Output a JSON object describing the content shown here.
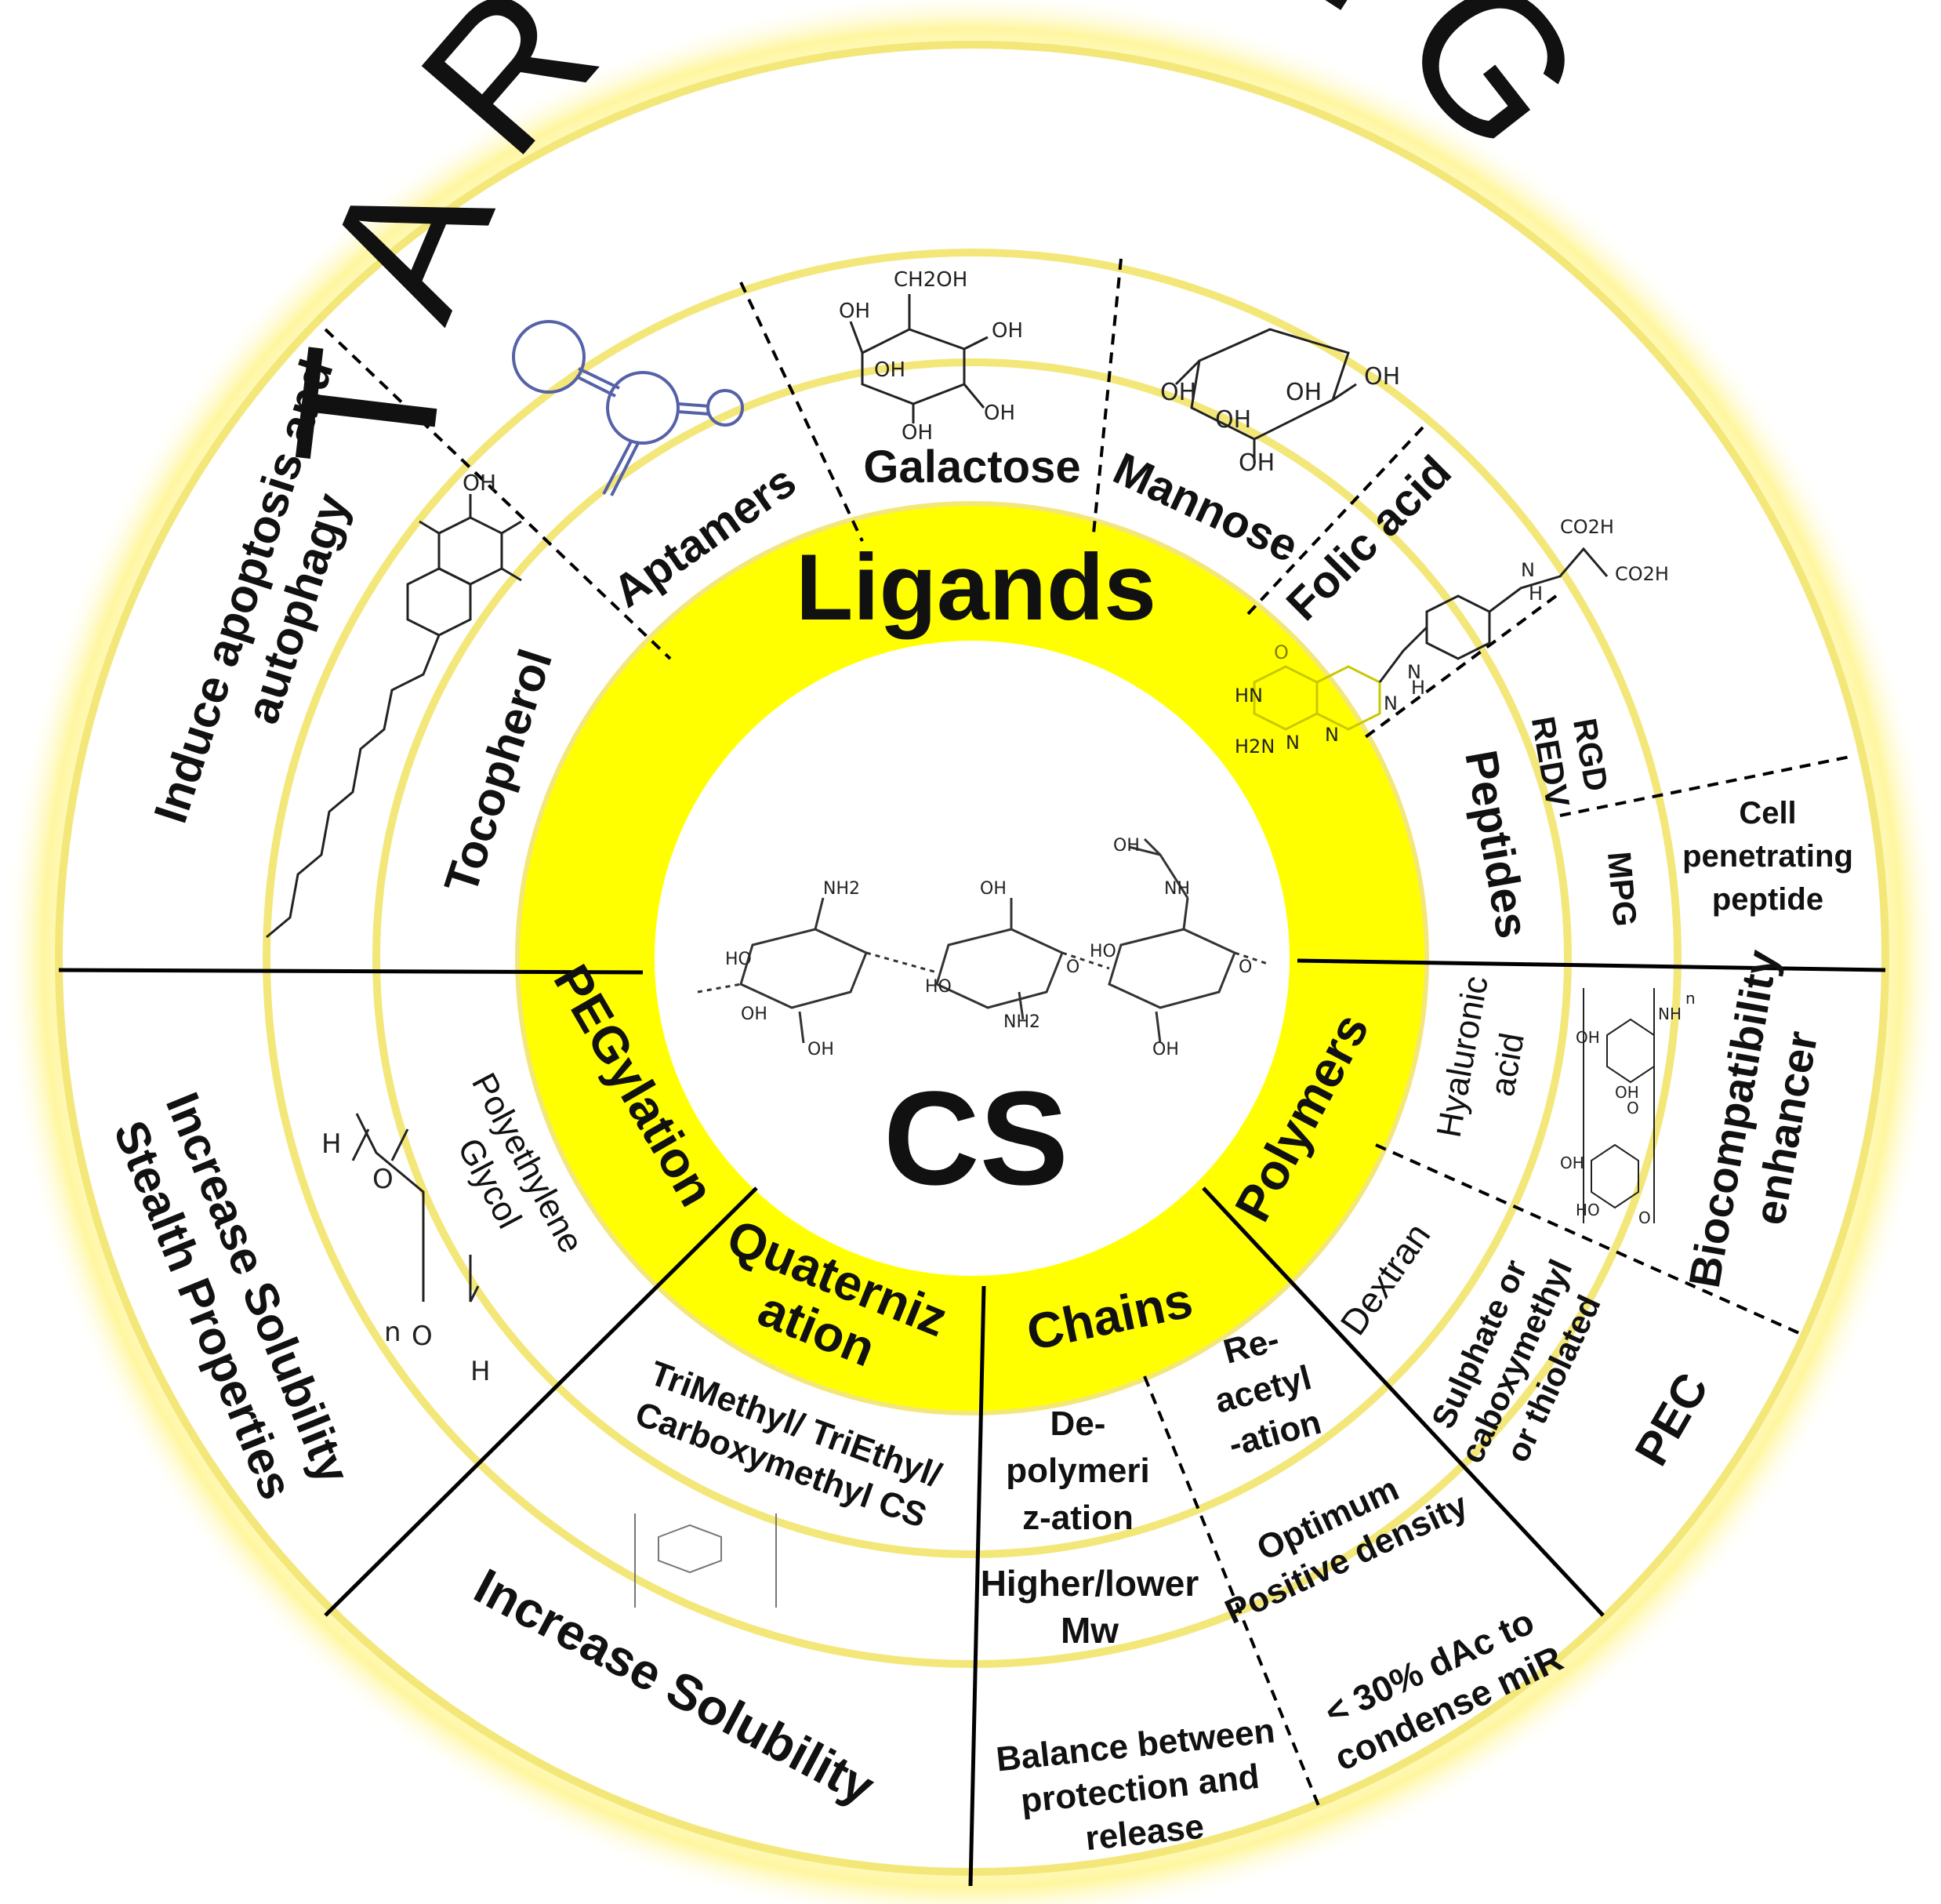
{
  "title": "TARGETING",
  "center": {
    "label": "CS",
    "chem_groups": [
      "HO",
      "NH2",
      "OH",
      "OH",
      "HO",
      "NH2",
      "O",
      "OH",
      "OH",
      "HO",
      "NH",
      "OH",
      "O"
    ]
  },
  "inner_ring": {
    "ligands": "Ligands",
    "pegylation": "PEGylation",
    "quaternization": [
      "Quaterniz",
      "ation"
    ],
    "chains": "Chains",
    "polymers": "Polymers"
  },
  "ligand_items": {
    "tocopherol": "Tocopherol",
    "aptamers": "Aptamers",
    "galactose": "Galactose",
    "mannose": "Mannose",
    "folic_acid": "Folic acid",
    "peptides": "Peptides",
    "rgd_redv": [
      "RGD",
      "REDV"
    ],
    "mpg": "MPG",
    "cell_penetrating": [
      "Cell",
      "penetrating",
      "peptide"
    ]
  },
  "modification_items": {
    "peg": [
      "Polyethylene",
      "Glycol"
    ],
    "quaternized": [
      "TriMethyl/ TriEthyl/",
      "Carboxymethyl CS"
    ],
    "depolymerization": [
      "De-",
      "polymeri",
      "z-ation"
    ],
    "reacetylation": [
      "Re-",
      "acetyl",
      "-ation"
    ],
    "hyaluronic": [
      "Hyaluronic",
      "acid"
    ],
    "dextran": "Dextran",
    "sulphate": [
      "Sulphate or",
      "caboxymethyl",
      "or thiolated"
    ]
  },
  "outcomes": {
    "apoptosis": [
      "Induce apoptosis and",
      "autophagy"
    ],
    "stealth": [
      "Increase Solubility",
      "Stealth Properties"
    ],
    "solubility": "Increase Solubility",
    "mw": [
      "Higher/lower",
      "Mw"
    ],
    "positive": [
      "Optimum",
      "Positive density"
    ],
    "balance": [
      "Balance between",
      "protection and",
      "release"
    ],
    "dac": [
      "< 30% dAc to",
      "condense miR"
    ],
    "pec": "PEC",
    "biocompat": [
      "Biocompatibility",
      "enhancer"
    ]
  },
  "chem_labels": {
    "tocopherol_oh": "OH",
    "galactose": [
      "CH2OH",
      "OH",
      "OH",
      "OH",
      "OH",
      "OH"
    ],
    "mannose": [
      "OH",
      "OH",
      "OH",
      "OH",
      "OH"
    ],
    "folic": [
      "CO2H",
      "CO2H",
      "H",
      "N",
      "N",
      "H",
      "O",
      "HN",
      "N",
      "N",
      "N",
      "H2N"
    ],
    "peg": [
      "H",
      "O",
      "n",
      "O",
      "H"
    ],
    "hyaluronic": [
      "n",
      "OH",
      "OH",
      "NH",
      "OH",
      "O",
      "HO",
      "O"
    ]
  },
  "colors": {
    "yellow": "#ffff00",
    "ring_yellow": "#f5e96a",
    "line": "#000000",
    "aptamer": "#5561a8",
    "folic_ring": "#c8c800"
  }
}
